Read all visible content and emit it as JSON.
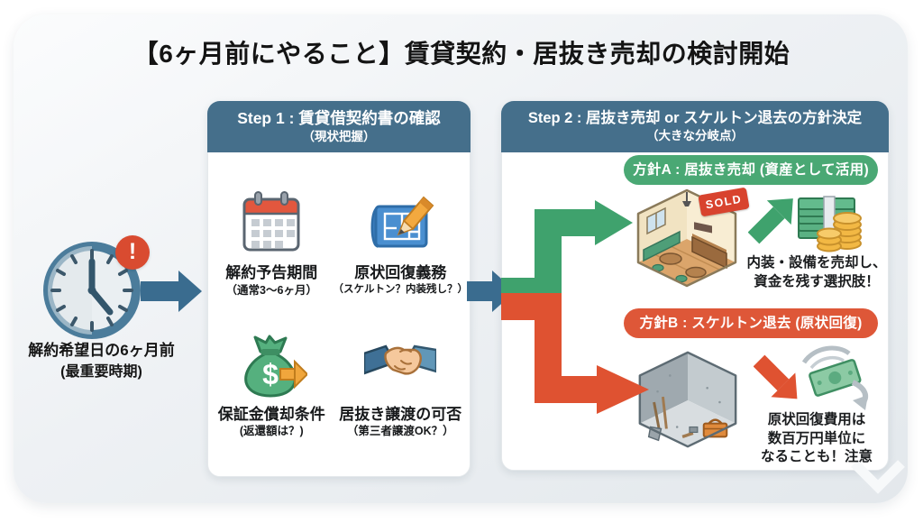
{
  "page": {
    "title": "【6ヶ月前にやること】賃貸契約・居抜き売却の検討開始"
  },
  "timeline": {
    "alert_mark": "!",
    "caption_line1": "解約希望日の6ヶ月前",
    "caption_line2": "(最重要時期)"
  },
  "step1": {
    "title": "Step 1 : 賃貸借契約書の確認",
    "subtitle": "（現状把握）",
    "items": [
      {
        "icon": "calendar-icon",
        "title": "解約予告期間",
        "note": "（通常3〜6ヶ月）"
      },
      {
        "icon": "blueprint-icon",
        "title": "原状回復義務",
        "note": "（スケルトン？内装残し？）"
      },
      {
        "icon": "money-bag-icon",
        "title": "保証金償却条件",
        "note": "(返還額は？)"
      },
      {
        "icon": "handshake-icon",
        "title": "居抜き譲渡の可否",
        "note": "（第三者譲渡OK？）"
      }
    ]
  },
  "step2": {
    "title": "Step 2 : 居抜き売却 or スケルトン退去の方針決定",
    "subtitle": "（大きな分岐点）",
    "branch_a": {
      "label": "方針A : 居抜き売却 (資産として活用)",
      "sold_tag": "SOLD",
      "caption_line1": "内装・設備を売却し、",
      "caption_line2": "資金を残す選択肢！"
    },
    "branch_b": {
      "label": "方針B : スケルトン退去 (原状回復)",
      "caption_line1": "原状回復費用は",
      "caption_line2": "数百万円単位に",
      "caption_line3": "なることも！注意"
    }
  },
  "icons": [
    "clock-icon",
    "alert-icon",
    "calendar-icon",
    "blueprint-icon",
    "money-bag-icon",
    "handshake-icon",
    "restaurant-interior-icon",
    "sold-tag",
    "money-stack-icon",
    "skeleton-room-icon",
    "money-fly-icon",
    "arrow-right-icon",
    "branch-up-arrow-icon",
    "branch-down-arrow-icon",
    "chevron-watermark-icon"
  ],
  "colors": {
    "card_bg": "#eceff2",
    "step_header": "#456f8b",
    "arrow_blue": "#3a6c8f",
    "branch_a_green": "#4aa874",
    "branch_b_red": "#de5738",
    "arrow_green": "#3fa26d",
    "arrow_red": "#df5231",
    "alert_red": "#d94b30",
    "sold_red": "#d8432e"
  }
}
